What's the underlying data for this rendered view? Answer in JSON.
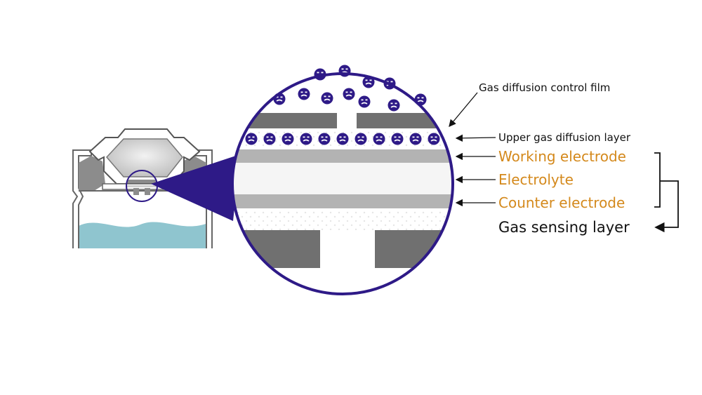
{
  "labels": {
    "gas_diffusion_control_film": "Gas diffusion control film",
    "upper_gas_diffusion_layer": "Upper gas diffusion layer",
    "working_electrode": "Working electrode",
    "electrolyte": "Electrolyte",
    "counter_electrode": "Counter electrode",
    "gas_sensing_layer": "Gas sensing layer"
  },
  "colors": {
    "accent_purple": "#2e1a87",
    "electrode_orange": "#d4891c",
    "film_gray": "#707070",
    "electrode_gray": "#b3b3b3",
    "liquid_blue": "#8fc5cf"
  },
  "icons": {
    "gas_molecule": "gas-molecule-icon"
  }
}
